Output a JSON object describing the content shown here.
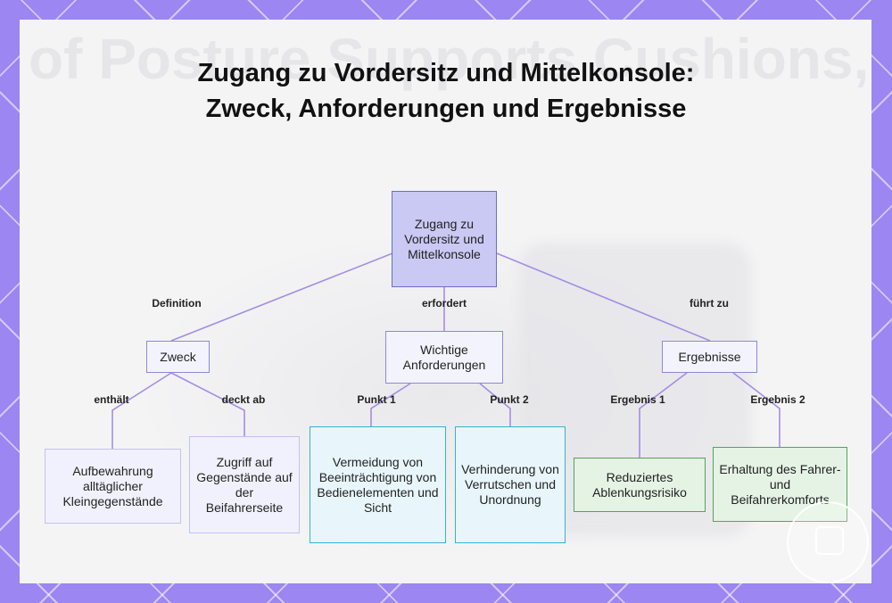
{
  "title": "Zugang zu Vordersitz und Mittelkonsole: Zweck, Anforderungen und Ergebnisse",
  "background_text": "of Posture Supports Cushions, Accessories",
  "nodes": {
    "root": "Zugang zu Vordersitz und Mittelkonsole",
    "zweck": "Zweck",
    "anforderungen": "Wichtige Anforderungen",
    "ergebnisse": "Ergebnisse",
    "aufbewahrung": "Aufbewahrung alltäglicher Kleingegenstände",
    "zugriff": "Zugriff auf Gegenstände auf der Beifahrerseite",
    "vermeidung": "Vermeidung von Beeinträchtigung von Bedienelementen und Sicht",
    "verhinderung": "Verhinderung von Verrutschen und Unordnung",
    "ablenkung": "Reduziertes Ablenkungsrisiko",
    "komfort": "Erhaltung des Fahrer- und Beifahrerkomforts"
  },
  "edge_labels": {
    "definition": "Definition",
    "erfordert": "erfordert",
    "fuehrt_zu": "führt zu",
    "enthaelt": "enthält",
    "deckt_ab": "deckt ab",
    "punkt1": "Punkt 1",
    "punkt2": "Punkt 2",
    "ergebnis1": "Ergebnis 1",
    "ergebnis2": "Ergebnis 2"
  },
  "colors": {
    "root_fill": "#c9c9f3",
    "edge_color": "#a48de3",
    "leaf_cyan_border": "#3ab0cf",
    "leaf_green_border": "#4fa55a"
  }
}
